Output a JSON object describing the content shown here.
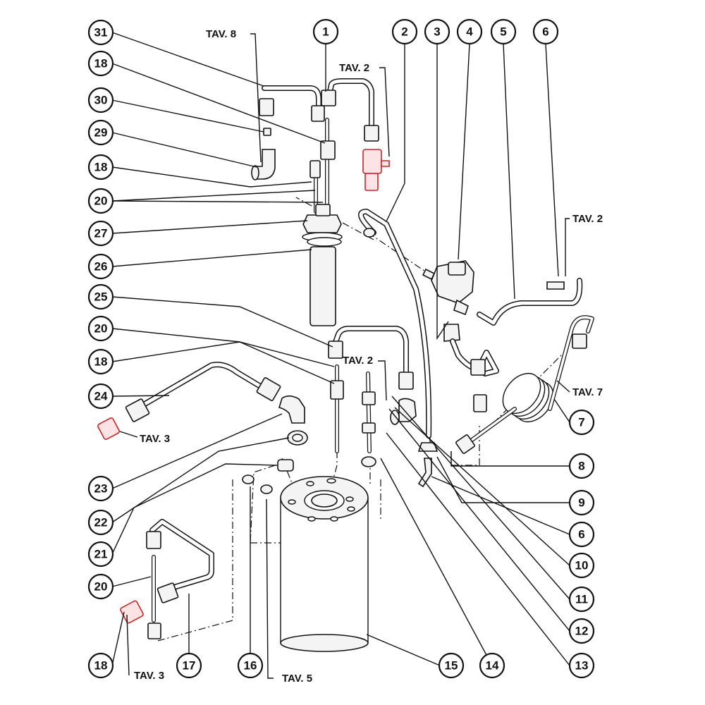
{
  "diagram": {
    "callouts": [
      {
        "id": "31",
        "label": "31"
      },
      {
        "id": "18a",
        "label": "18"
      },
      {
        "id": "30",
        "label": "30"
      },
      {
        "id": "29",
        "label": "29"
      },
      {
        "id": "18b",
        "label": "18"
      },
      {
        "id": "20a",
        "label": "20"
      },
      {
        "id": "27",
        "label": "27"
      },
      {
        "id": "26",
        "label": "26"
      },
      {
        "id": "25",
        "label": "25"
      },
      {
        "id": "20b",
        "label": "20"
      },
      {
        "id": "18c",
        "label": "18"
      },
      {
        "id": "24",
        "label": "24"
      },
      {
        "id": "23",
        "label": "23"
      },
      {
        "id": "22",
        "label": "22"
      },
      {
        "id": "21",
        "label": "21"
      },
      {
        "id": "20c",
        "label": "20"
      },
      {
        "id": "18d",
        "label": "18"
      },
      {
        "id": "17",
        "label": "17"
      },
      {
        "id": "16",
        "label": "16"
      },
      {
        "id": "15",
        "label": "15"
      },
      {
        "id": "14",
        "label": "14"
      },
      {
        "id": "13",
        "label": "13"
      },
      {
        "id": "12",
        "label": "12"
      },
      {
        "id": "11",
        "label": "11"
      },
      {
        "id": "10",
        "label": "10"
      },
      {
        "id": "6b",
        "label": "6"
      },
      {
        "id": "9",
        "label": "9"
      },
      {
        "id": "8",
        "label": "8"
      },
      {
        "id": "7",
        "label": "7"
      },
      {
        "id": "1",
        "label": "1"
      },
      {
        "id": "2",
        "label": "2"
      },
      {
        "id": "3",
        "label": "3"
      },
      {
        "id": "4",
        "label": "4"
      },
      {
        "id": "5",
        "label": "5"
      },
      {
        "id": "6a",
        "label": "6"
      }
    ],
    "references": {
      "tav8": "TAV. 8",
      "tav2_top": "TAV. 2",
      "tav2_right": "TAV. 2",
      "tav2_mid": "TAV. 2",
      "tav7": "TAV. 7",
      "tav3_left": "TAV. 3",
      "tav3_bottom": "TAV. 3",
      "tav5": "TAV. 5"
    },
    "colors": {
      "line": "#111111",
      "highlight": "#c62828"
    }
  }
}
